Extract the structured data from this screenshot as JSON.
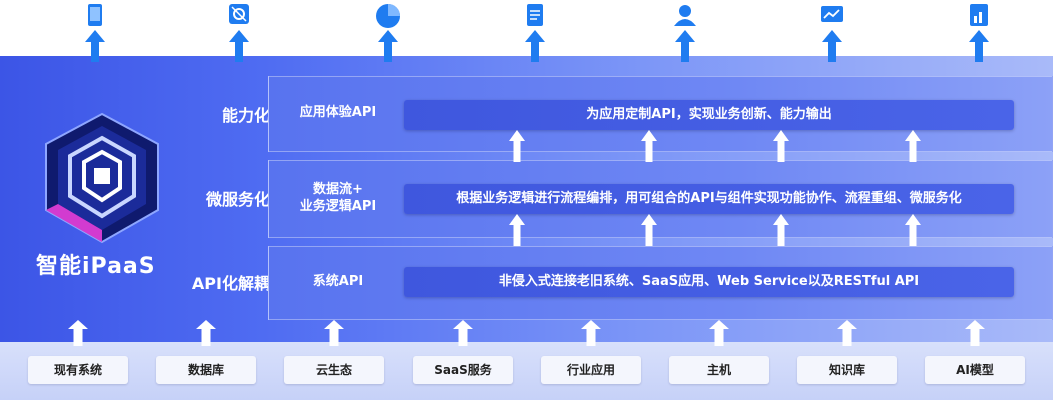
{
  "brand": {
    "name": "智能iPaaS"
  },
  "top_icons": [
    {
      "icon": "mobile-phone-icon"
    },
    {
      "icon": "network-app-icon"
    },
    {
      "icon": "pie-chart-icon"
    },
    {
      "icon": "document-icon"
    },
    {
      "icon": "user-service-icon"
    },
    {
      "icon": "analytics-screen-icon"
    },
    {
      "icon": "bar-report-icon"
    }
  ],
  "layers": [
    {
      "label": "能力化",
      "name": "应用体验API",
      "description": "为应用定制API，实现业务创新、能力输出"
    },
    {
      "label": "微服务化",
      "name_line1": "数据流+",
      "name_line2": "业务逻辑API",
      "description": "根据业务逻辑进行流程编排，用可组合的API与组件实现功能协作、流程重组、微服务化"
    },
    {
      "label": "API化解耦",
      "name": "系统API",
      "description": "非侵入式连接老旧系统、SaaS应用、Web Service以及RESTful API"
    }
  ],
  "sources": [
    "现有系统",
    "数据库",
    "云生态",
    "SaaS服务",
    "行业应用",
    "主机",
    "知识库",
    "AI模型"
  ],
  "colors": {
    "accent": "#1f7cf0",
    "panel": "#4f6cf2",
    "bar": "#4258e0"
  }
}
